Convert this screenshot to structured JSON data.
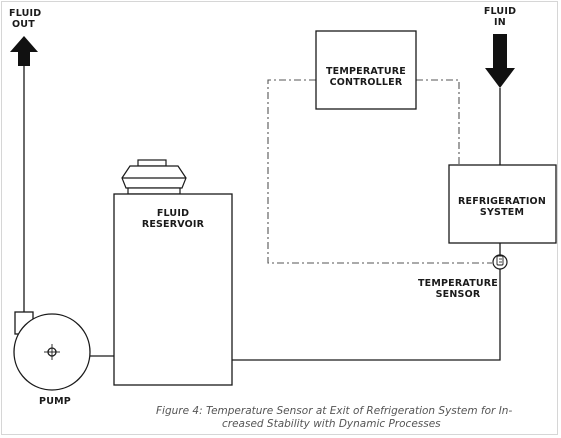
{
  "labels": {
    "fluid_out_1": "FLUID",
    "fluid_out_2": "OUT",
    "fluid_in_1": "FLUID",
    "fluid_in_2": "IN",
    "temp_controller_1": "TEMPERATURE",
    "temp_controller_2": "CONTROLLER",
    "fluid_reservoir_1": "FLUID",
    "fluid_reservoir_2": "RESERVOIR",
    "refrigeration_1": "REFRIGERATION",
    "refrigeration_2": "SYSTEM",
    "temp_sensor_1": "TEMPERATURE",
    "temp_sensor_2": "SENSOR",
    "pump": "PUMP"
  },
  "caption": {
    "line1": "Figure 4: Temperature Sensor at Exit of Refrigeration System for In-",
    "line2": "creased Stability with Dynamic Processes"
  },
  "colors": {
    "line": "#1a1a1a",
    "dash": "#555555",
    "caption": "#555555",
    "border": "#d6d6d6"
  },
  "icons": {
    "fluid_out_arrow": "up-arrow-icon",
    "fluid_in_arrow": "down-arrow-icon",
    "sensor": "sensor-icon",
    "pump": "pump-icon"
  }
}
